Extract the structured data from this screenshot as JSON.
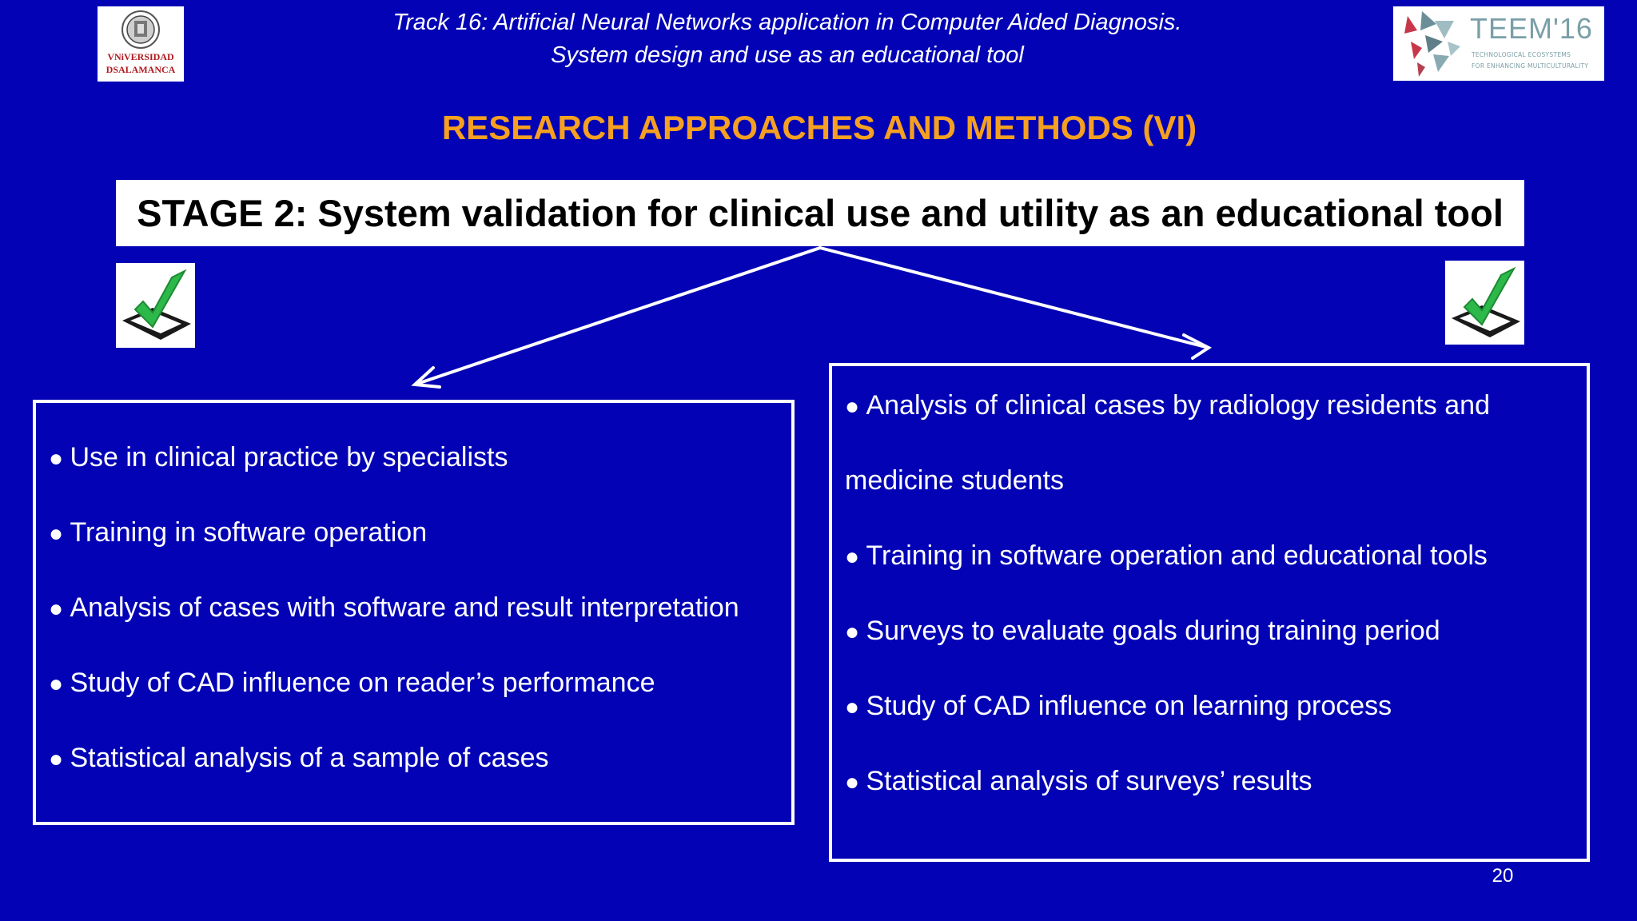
{
  "header": {
    "track_line1": "Track 16:  Artificial Neural Networks application in Computer Aided Diagnosis.",
    "track_line2": "System design and use as an educational tool",
    "logo_left_line1": "VNiVERSIDAD",
    "logo_left_line2": "DSALAMANCA",
    "logo_right_title": "TEEM'16",
    "logo_right_sub1": "TECHNOLOGICAL ECOSYSTEMS",
    "logo_right_sub2": "FOR ENHANCING MULTICULTURALITY"
  },
  "section_title": "RESEARCH APPROACHES AND METHODS (VI)",
  "stage": {
    "title": "STAGE 2: System validation for clinical use and utility as an educational tool"
  },
  "left_panel": {
    "items": [
      "Use in clinical practice by specialists",
      "Training in software operation",
      "Analysis of cases with software and result interpretation",
      "Study of CAD influence on reader’s performance",
      "Statistical analysis of a sample of cases"
    ]
  },
  "right_panel": {
    "items": [
      "Analysis of clinical cases by radiology residents and",
      "medicine students",
      "Training in software operation and educational tools",
      "Surveys to evaluate goals during training period",
      "Study of CAD influence on learning process",
      "Statistical analysis of surveys’ results"
    ]
  },
  "icons": {
    "stage_check_left": "checkbox-check-icon",
    "stage_check_right": "checkbox-check-icon"
  },
  "colors": {
    "background": "#0303b5",
    "title": "#f5a020",
    "check": "#2db84a"
  },
  "page_number": "20"
}
